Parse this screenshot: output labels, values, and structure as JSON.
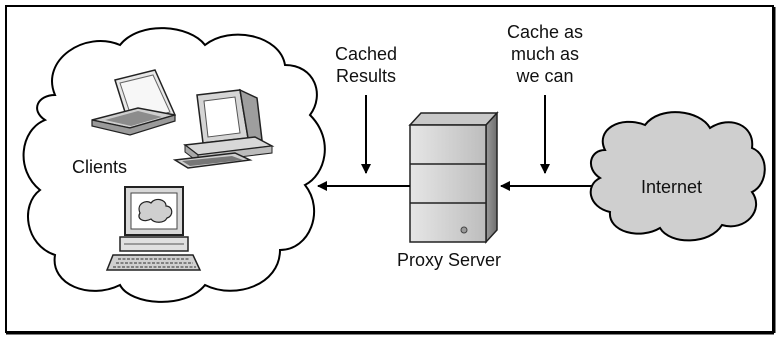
{
  "clients": {
    "label": "Clients"
  },
  "proxy": {
    "label": "Proxy Server"
  },
  "internet": {
    "label": "Internet"
  },
  "annotations": {
    "cached_results": [
      "Cached",
      "Results"
    ],
    "cache_as_much": [
      "Cache as",
      "much as",
      "we can"
    ]
  },
  "colors": {
    "frame": "#000000",
    "cloud_internet_fill": "#cfcfcf",
    "cloud_clients_fill": "#ffffff",
    "server_fill": "#d4d4d4",
    "device_fill": "#d8d8d8",
    "arrow": "#000000"
  }
}
